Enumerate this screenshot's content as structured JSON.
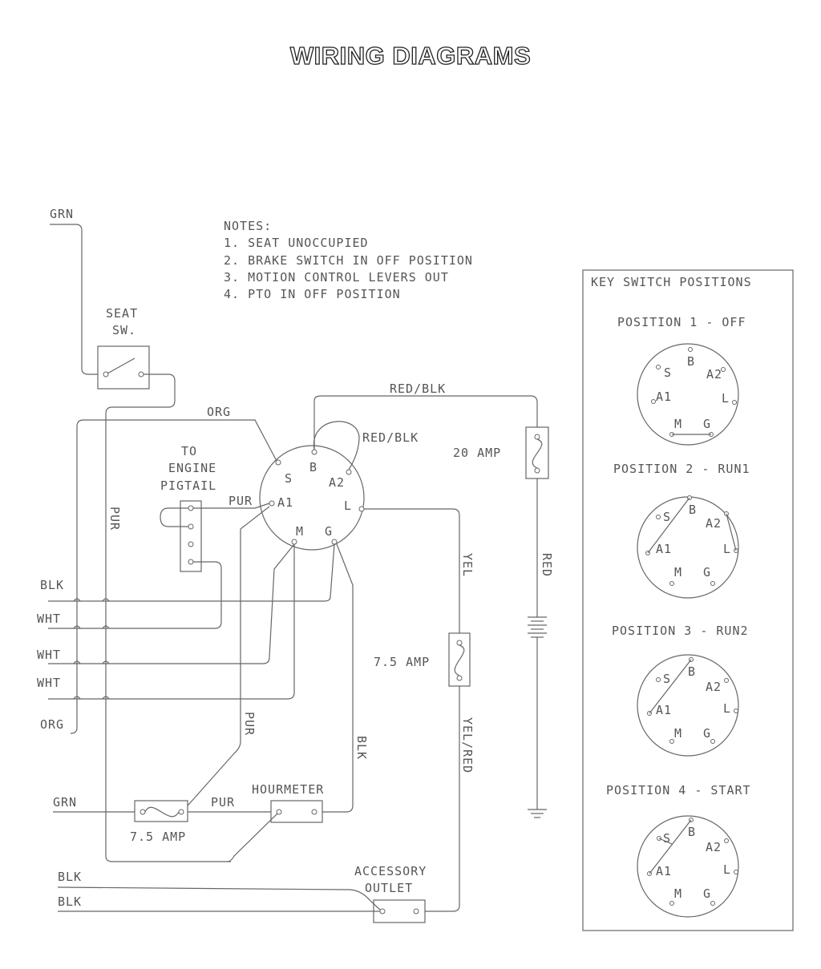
{
  "title": "WIRING DIAGRAMS",
  "notes": {
    "heading": "NOTES:",
    "items": [
      "1.    SEAT UNOCCUPIED",
      "2.   BRAKE SWITCH IN OFF POSITION",
      "3.   MOTION CONTROL LEVERS OUT",
      "4.   PTO IN OFF POSITION"
    ]
  },
  "components": {
    "seat_switch": [
      "SEAT",
      "SW."
    ],
    "engine_pigtail": [
      "TO",
      "ENGINE",
      "PIGTAIL"
    ],
    "fuse_20": "20 AMP",
    "fuse_75_yel": "7.5 AMP",
    "fuse_75_low": "7.5 AMP",
    "hourmeter": "HOURMETER",
    "accessory_outlet": [
      "ACCESSORY",
      "OUTLET"
    ]
  },
  "terminals": {
    "S": "S",
    "B": "B",
    "A2": "A2",
    "A1": "A1",
    "L": "L",
    "M": "M",
    "G": "G"
  },
  "wires": {
    "grn_top": "GRN",
    "org": "ORG",
    "red_blk_top": "RED/BLK",
    "red_blk_loop": "RED/BLK",
    "pur_a1": "PUR",
    "pur_vertical": "PUR",
    "blk": "BLK",
    "wht1": "WHT",
    "wht2": "WHT",
    "wht3": "WHT",
    "org_left": "ORG",
    "yel": "YEL",
    "red": "RED",
    "pur_lower": "PUR",
    "blk_lower": "BLK",
    "yel_red": "YEL/RED",
    "grn_lower": "GRN",
    "pur_fuse": "PUR",
    "blk_acc1": "BLK",
    "blk_acc2": "BLK"
  },
  "key_switch": {
    "heading": "KEY SWITCH POSITIONS",
    "positions": [
      {
        "label": "POSITION 1 - OFF"
      },
      {
        "label": "POSITION 2 - RUN1"
      },
      {
        "label": "POSITION 3 - RUN2"
      },
      {
        "label": "POSITION 4 - START"
      }
    ]
  }
}
